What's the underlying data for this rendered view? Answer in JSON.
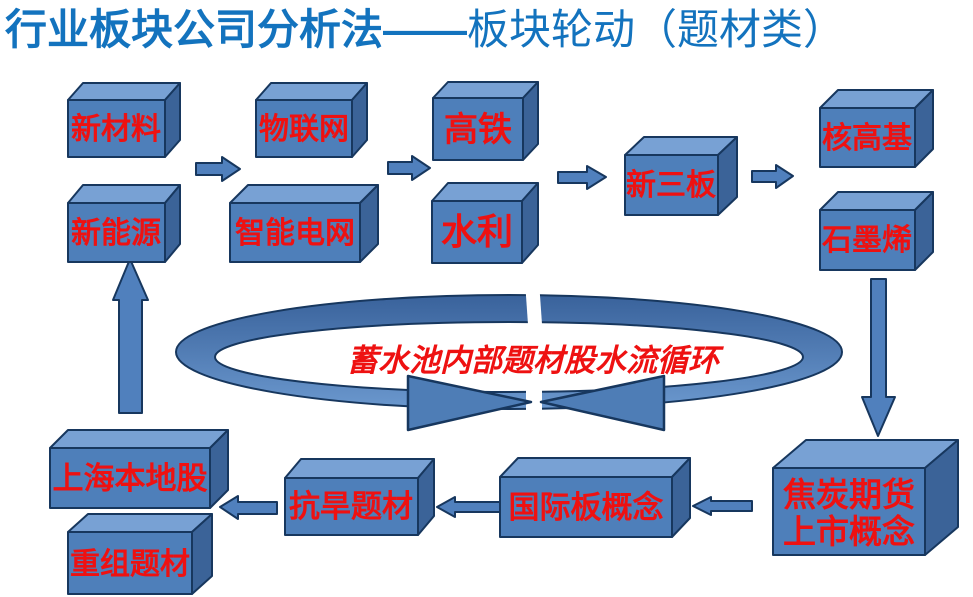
{
  "title": {
    "bold": "行业板块公司分析法——",
    "regular": "板块轮动（题材类）"
  },
  "nodes": {
    "new_materials": "新材料",
    "iot": "物联网",
    "high_speed_rail": "高铁",
    "new_energy": "新能源",
    "smart_grid": "智能电网",
    "water_conservancy": "水利",
    "new_third_board": "新三板",
    "core_hightech": "核高基",
    "graphene": "石墨烯",
    "shanghai_local": "上海本地股",
    "restructuring": "重组题材",
    "drought_theme": "抗旱题材",
    "international_board": "国际板概念",
    "coke_futures_line1": "焦炭期货",
    "coke_futures_line2": "上市概念"
  },
  "cycle_label": "蓄水池内部题材股水流循环",
  "colors": {
    "title_blue": "#1373BE",
    "label_red": "#EE1111",
    "box_front": "#4E7FBA",
    "box_top": "#78A1D4",
    "box_side": "#3B6398",
    "outline": "#17375E",
    "arrow_fill": "#5080BD",
    "ring_dark": "#39629B",
    "ring_light": "#6B98CE"
  }
}
